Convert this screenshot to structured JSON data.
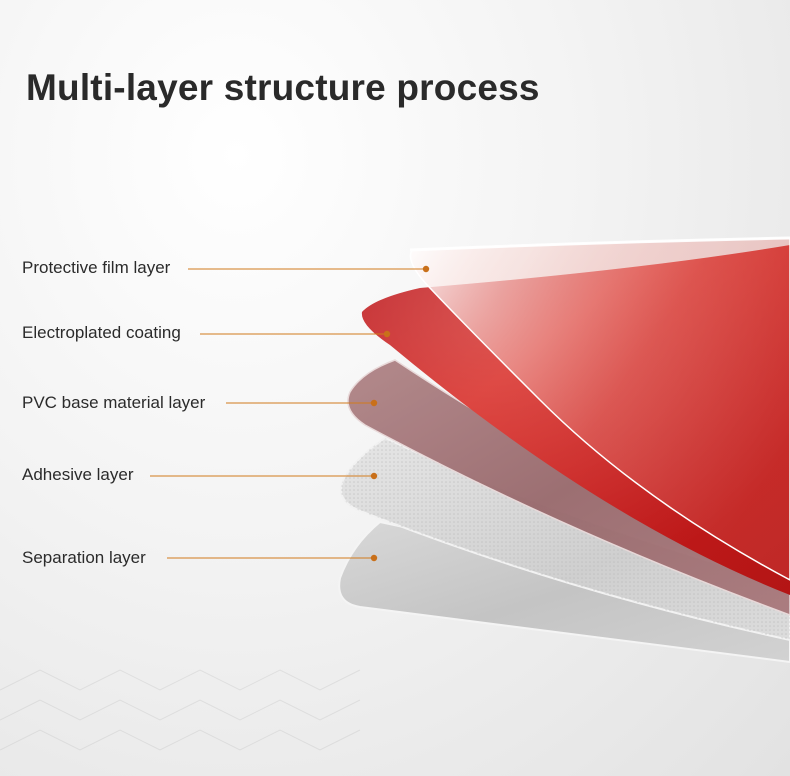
{
  "title": "Multi-layer structure process",
  "colors": {
    "leader_line": "#d17a1c",
    "film_red": "#c81d1d",
    "base_mauve": "#9c6b6e",
    "adhesive_gray": "#c9c9c9",
    "separation_gray": "#bcbcbc"
  },
  "layers": [
    {
      "label": "Protective film layer"
    },
    {
      "label": "Electroplated coating"
    },
    {
      "label": "PVC base material layer"
    },
    {
      "label": "Adhesive layer"
    },
    {
      "label": "Separation layer"
    }
  ]
}
